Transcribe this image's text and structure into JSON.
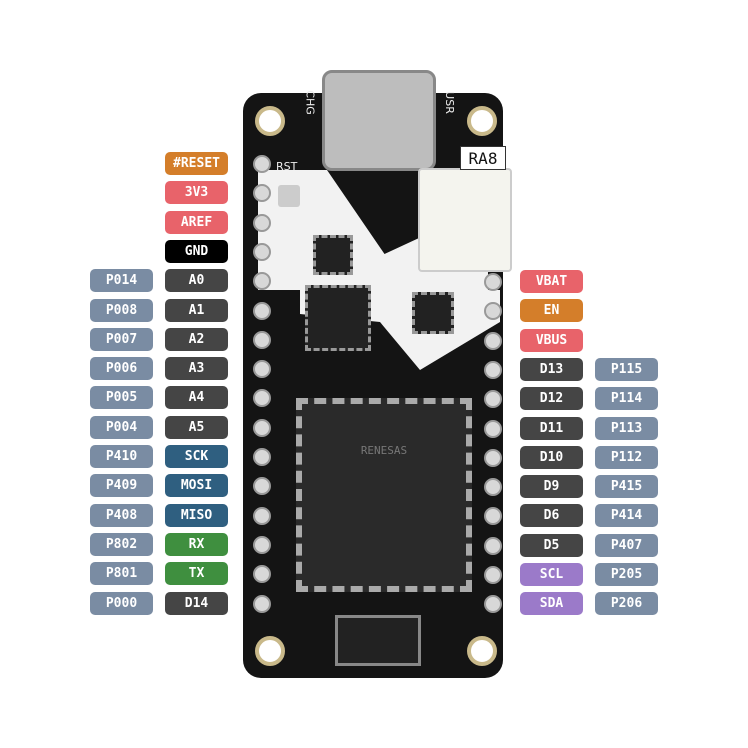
{
  "board": {
    "name": "RA8",
    "silk_rst": "RST",
    "silk_chg": "CHG",
    "silk_usr": "USR",
    "chip_text": "RENESAS"
  },
  "colors": {
    "reset": "#d47e2a",
    "power": "#e8636a",
    "gnd": "#000000",
    "digital": "#454545",
    "port": "#7a8ca3",
    "spi": "#2f5f80",
    "uart": "#3f8f3f",
    "i2c": "#9b7ac9"
  },
  "left_pins": [
    {
      "label": "#RESET",
      "type": "reset"
    },
    {
      "label": "3V3",
      "type": "power"
    },
    {
      "label": "AREF",
      "type": "power"
    },
    {
      "label": "GND",
      "type": "gnd"
    },
    {
      "label": "A0",
      "type": "digital",
      "port": "P014"
    },
    {
      "label": "A1",
      "type": "digital",
      "port": "P008"
    },
    {
      "label": "A2",
      "type": "digital",
      "port": "P007"
    },
    {
      "label": "A3",
      "type": "digital",
      "port": "P006"
    },
    {
      "label": "A4",
      "type": "digital",
      "port": "P005"
    },
    {
      "label": "A5",
      "type": "digital",
      "port": "P004"
    },
    {
      "label": "SCK",
      "type": "spi",
      "port": "P410"
    },
    {
      "label": "MOSI",
      "type": "spi",
      "port": "P409"
    },
    {
      "label": "MISO",
      "type": "spi",
      "port": "P408"
    },
    {
      "label": "RX",
      "type": "uart",
      "port": "P802"
    },
    {
      "label": "TX",
      "type": "uart",
      "port": "P801"
    },
    {
      "label": "D14",
      "type": "digital",
      "port": "P000"
    }
  ],
  "right_pins": [
    {
      "label": "VBAT",
      "type": "power"
    },
    {
      "label": "EN",
      "type": "reset"
    },
    {
      "label": "VBUS",
      "type": "power"
    },
    {
      "label": "D13",
      "type": "digital",
      "port": "P115"
    },
    {
      "label": "D12",
      "type": "digital",
      "port": "P114"
    },
    {
      "label": "D11",
      "type": "digital",
      "port": "P113"
    },
    {
      "label": "D10",
      "type": "digital",
      "port": "P112"
    },
    {
      "label": "D9",
      "type": "digital",
      "port": "P415"
    },
    {
      "label": "D6",
      "type": "digital",
      "port": "P414"
    },
    {
      "label": "D5",
      "type": "digital",
      "port": "P407"
    },
    {
      "label": "SCL",
      "type": "i2c",
      "port": "P205"
    },
    {
      "label": "SDA",
      "type": "i2c",
      "port": "P206"
    }
  ]
}
